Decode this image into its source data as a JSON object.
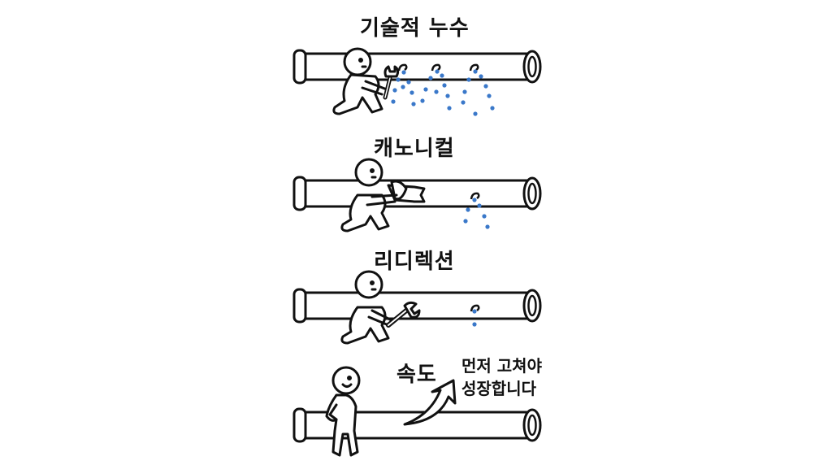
{
  "panels": [
    {
      "title": "기술적 누수",
      "leaks": 3,
      "state": "fixing-with-wrench"
    },
    {
      "title": "캐노니컬",
      "leaks": 1,
      "state": "wrapping-with-tape"
    },
    {
      "title": "리디렉션",
      "leaks": 1,
      "state": "fixing-with-wrench"
    },
    {
      "title": "속도",
      "leaks": 0,
      "state": "standing-happy"
    }
  ],
  "note": {
    "line1": "먼저 고쳐야",
    "line2": "성장합니다"
  },
  "colors": {
    "stroke": "#111111",
    "water": "#3a78c9",
    "background": "#ffffff"
  }
}
